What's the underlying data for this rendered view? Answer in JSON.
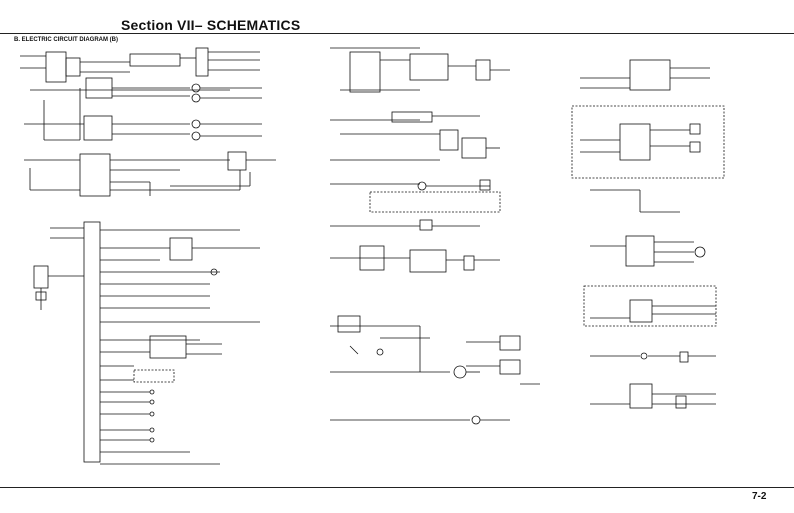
{
  "header": {
    "section_title": "Section VII– SCHEMATICS",
    "diagram_title": "B. ELECTRIC CIRCUIT DIAGRAM (B)"
  },
  "footer": {
    "page_number": "7-2"
  },
  "colors": {
    "ink": "#111111",
    "background": "#ffffff"
  }
}
